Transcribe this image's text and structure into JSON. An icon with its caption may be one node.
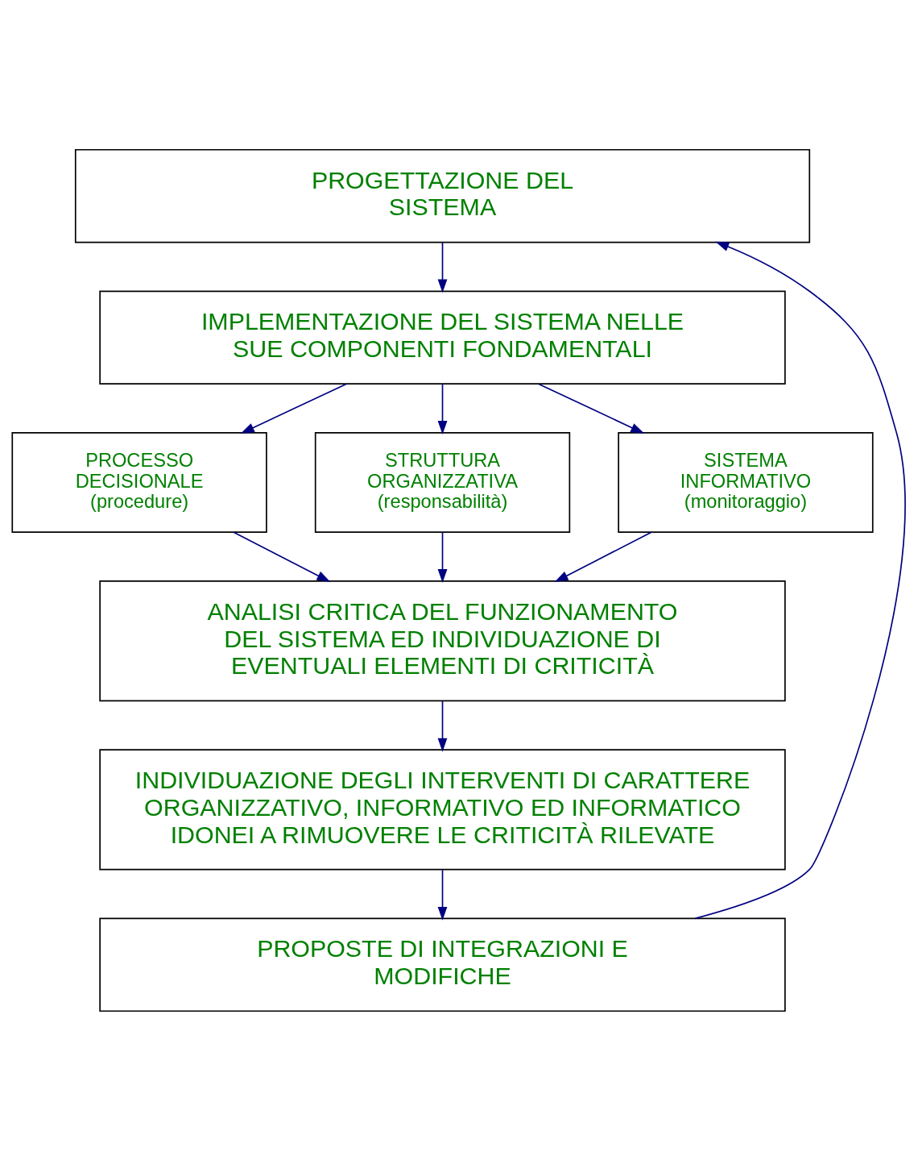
{
  "diagram": {
    "nodes": [
      {
        "text": [
          "PROGETTAZIONE DEL SISTEMA"
        ]
      },
      {
        "text": [
          "IMPLEMENTAZIONE DEL SISTEMA NELLE SUE COMPONENTI FONDAMENTALI"
        ]
      },
      {
        "text": [
          "PROCESSO DECISIONALE",
          "(procedure)"
        ]
      },
      {
        "text": [
          "STRUTTURA ORGANIZZATIVA",
          "(responsabilità)"
        ]
      },
      {
        "text": [
          "SISTEMA INFORMATIVO",
          "(monitoraggio)"
        ]
      },
      {
        "text": [
          "ANALISI CRITICA DEL FUNZIONAMENTO DEL SISTEMA ED INDIVIDUAZIONE DI EVENTUALI ELEMENTI DI CRITICITÀ"
        ]
      },
      {
        "text": [
          "INDIVIDUAZIONE DEGLI INTERVENTI DI CARATTERE ORGANIZZATIVO, INFORMATIVO ED INFORMATICO IDONEI A RIMUOVERE LE CRITICITÀ RILEVATE"
        ]
      },
      {
        "text": [
          "PROPOSTE DI INTEGRAZIONI E MODIFICHE"
        ]
      }
    ],
    "edges": [
      {
        "from": 0,
        "to": 1,
        "arrow": "to"
      },
      {
        "from": 1,
        "to": 2,
        "arrow": "to"
      },
      {
        "from": 1,
        "to": 3,
        "arrow": "to"
      },
      {
        "from": 1,
        "to": 4,
        "arrow": "to"
      },
      {
        "from": 2,
        "to": 5,
        "arrow": "to"
      },
      {
        "from": 3,
        "to": 5,
        "arrow": "to"
      },
      {
        "from": 4,
        "to": 5,
        "arrow": "to"
      },
      {
        "from": 5,
        "to": 6,
        "arrow": "to"
      },
      {
        "from": 6,
        "to": 7,
        "arrow": "to"
      },
      {
        "from": 7,
        "to": 0,
        "arrow": "to"
      }
    ]
  }
}
